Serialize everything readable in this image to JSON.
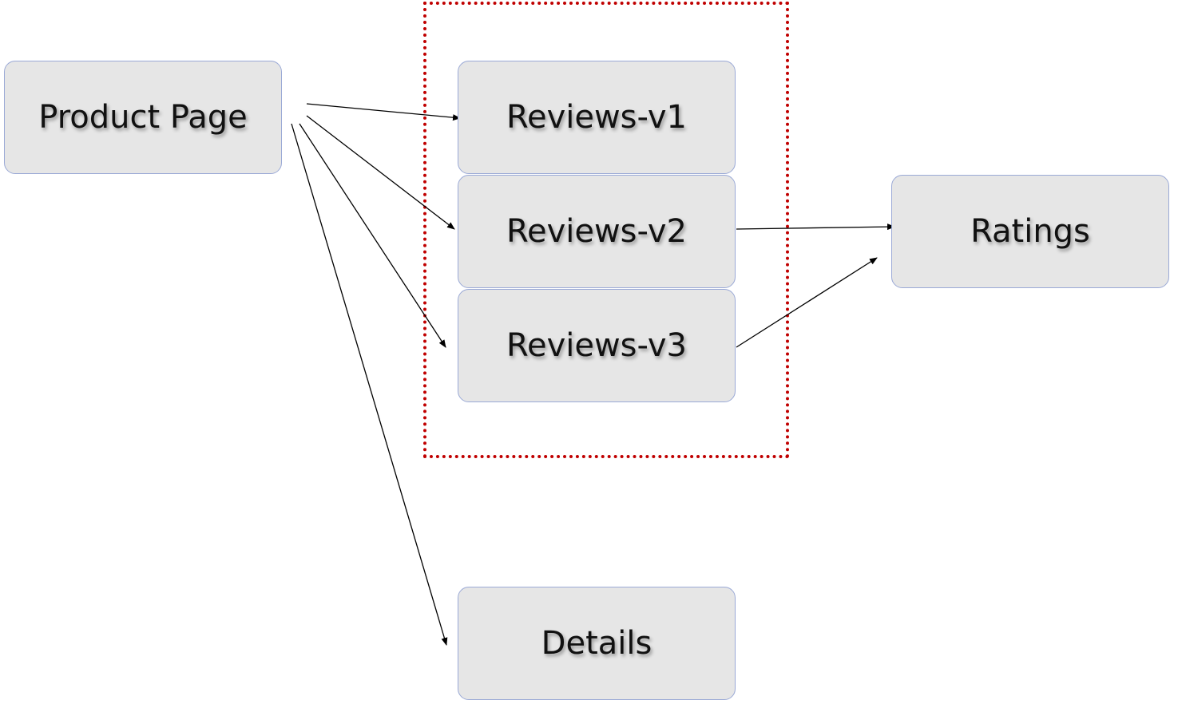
{
  "nodes": {
    "product_page": "Product Page",
    "reviews_v1": "Reviews-v1",
    "reviews_v2": "Reviews-v2",
    "reviews_v3": "Reviews-v3",
    "ratings": "Ratings",
    "details": "Details"
  },
  "edges": [
    {
      "from": "product_page",
      "to": "reviews_v1"
    },
    {
      "from": "product_page",
      "to": "reviews_v2"
    },
    {
      "from": "product_page",
      "to": "reviews_v3"
    },
    {
      "from": "product_page",
      "to": "details"
    },
    {
      "from": "reviews_v2",
      "to": "ratings"
    },
    {
      "from": "reviews_v3",
      "to": "ratings"
    }
  ],
  "colors": {
    "node_fill": "#e6e6e6",
    "node_border": "#9aa9d6",
    "group_border": "#c00000",
    "edge": "#000000"
  }
}
